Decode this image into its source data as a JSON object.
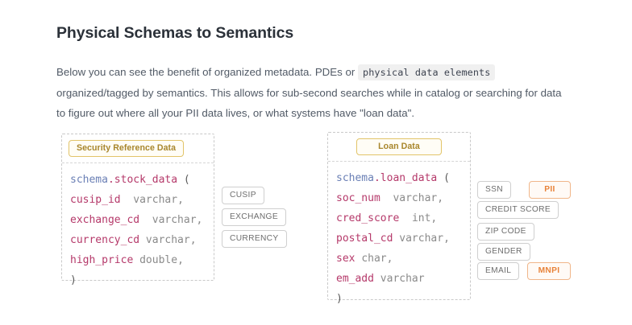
{
  "page": {
    "title": "Physical Schemas to Semantics",
    "intro": {
      "part1": "Below you can see the benefit of organized metadata.  PDEs or ",
      "code": "physical data elements",
      "part2": " organized/tagged by semantics.  This allows for sub-second searches while in catalog or searching for data to figure out where all your PII data lives, or what systems have \"loan data\"."
    }
  },
  "colors": {
    "heading": "#2b3139",
    "body_text": "#515a66",
    "code_bg": "#f0f0f0",
    "card_border": "#c9c9c9",
    "title_badge_border": "#e2c469",
    "title_badge_text": "#a8862c",
    "chip_border": "#cfcfcf",
    "chip_text": "#6d6d6d",
    "sensitive_border": "#f0b68a",
    "sensitive_text": "#e8833a",
    "token_schema": "#6a7fb5",
    "token_identifier": "#b5396a",
    "token_type": "#8a8a8a"
  },
  "cards": [
    {
      "id": "security",
      "title": "Security Reference Data",
      "code": {
        "line1": {
          "schema": "schema",
          "dot": ".",
          "table": "stock_data",
          "paren": " ("
        },
        "columns": [
          {
            "name": "cusip_id",
            "gap": "  ",
            "type": "varchar,"
          },
          {
            "name": "exchange_cd",
            "gap": "  ",
            "type": "varchar,"
          },
          {
            "name": "currency_cd",
            "gap": " ",
            "type": "varchar,"
          },
          {
            "name": "high_price",
            "gap": " ",
            "type": "double,"
          }
        ],
        "close": ")"
      },
      "chips": [
        {
          "label": "CUSIP",
          "sensitive": false
        },
        {
          "label": "EXCHANGE",
          "sensitive": false
        },
        {
          "label": "CURRENCY",
          "sensitive": false
        }
      ]
    },
    {
      "id": "loan",
      "title": "Loan Data",
      "code": {
        "line1": {
          "schema": "schema",
          "dot": ".",
          "table": "loan_data",
          "paren": " ("
        },
        "columns": [
          {
            "name": "soc_num",
            "gap": "  ",
            "type": "varchar,"
          },
          {
            "name": "cred_score",
            "gap": "  ",
            "type": "int,"
          },
          {
            "name": "postal_cd",
            "gap": " ",
            "type": "varchar,"
          },
          {
            "name": "sex",
            "gap": " ",
            "type": "char,"
          },
          {
            "name": "em_add",
            "gap": " ",
            "type": "varchar"
          }
        ],
        "close": ")"
      },
      "chips": [
        {
          "label": "SSN",
          "sensitive": false
        },
        {
          "label": "PII",
          "sensitive": true
        },
        {
          "label": "CREDIT SCORE",
          "sensitive": false
        },
        {
          "label": "ZIP CODE",
          "sensitive": false
        },
        {
          "label": "GENDER",
          "sensitive": false
        },
        {
          "label": "EMAIL",
          "sensitive": false
        },
        {
          "label": "MNPI",
          "sensitive": true
        }
      ]
    }
  ]
}
